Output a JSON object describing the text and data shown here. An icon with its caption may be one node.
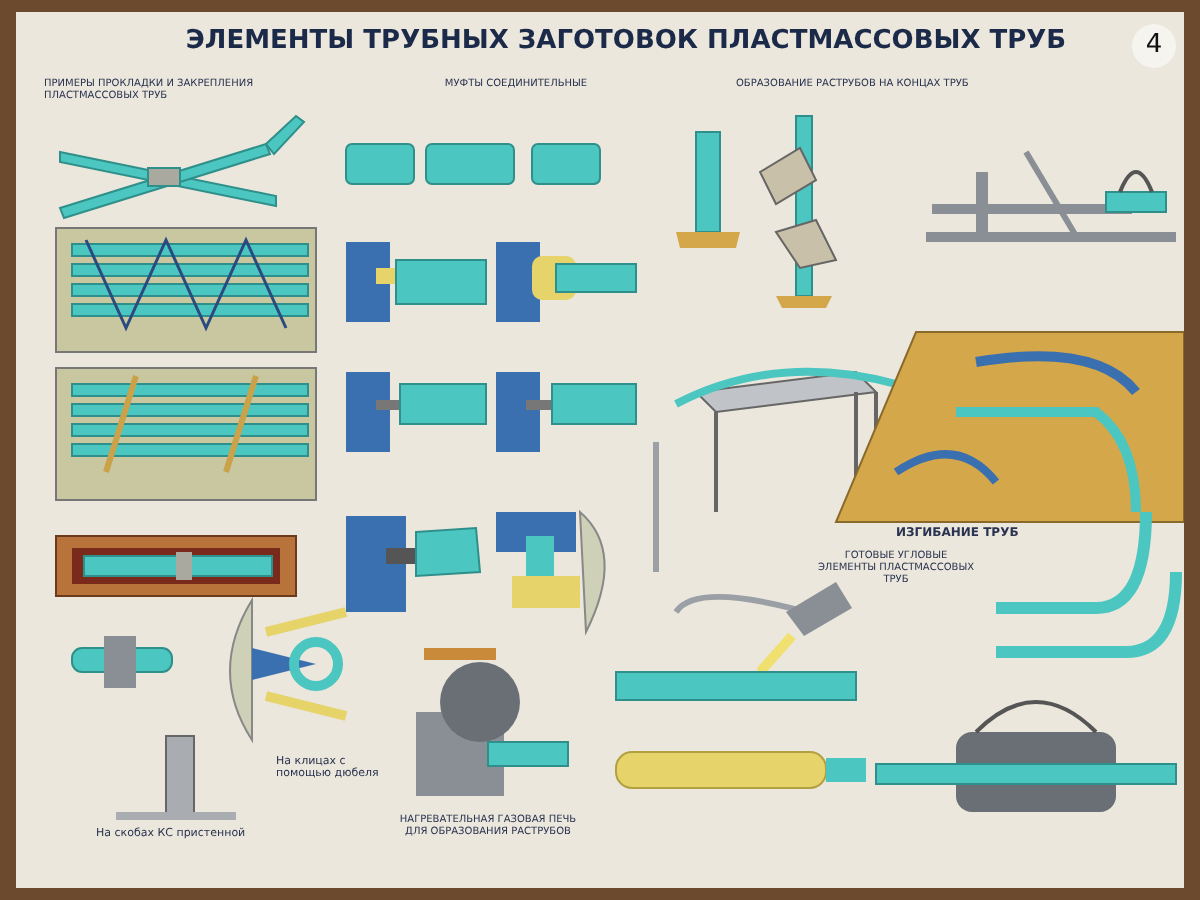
{
  "diagram": {
    "title": "ЭЛЕМЕНТЫ ТРУБНЫХ ЗАГОТОВОК ПЛАСТМАССОВЫХ ТРУБ",
    "labels": [
      "4",
      "ПРИМЕРЫ ПРОКЛАДКИ И ЗАКРЕПЛЕНИЯ ПЛАСТМАССОВЫХ ТРУБ",
      "МУФТЫ СОЕДИНИТЕЛЬНЫЕ",
      "ОБРАЗОВАНИЕ РАСТРУБОВ НА КОНЦАХ ТРУБ",
      "ИЗГИБАНИЕ ТРУБ",
      "ГОТОВЫЕ УГЛОВЫЕ ЭЛЕМЕНТЫ ПЛАСТМАССОВЫХ ТРУБ",
      "На клицах с помощью дюбеля",
      "На скобах КС пристенной",
      "НАГРЕВАТЕЛЬНАЯ ГАЗОВАЯ ПЕЧЬ ДЛЯ ОБРАЗОВАНИЯ РАСТРУБОВ"
    ]
  }
}
